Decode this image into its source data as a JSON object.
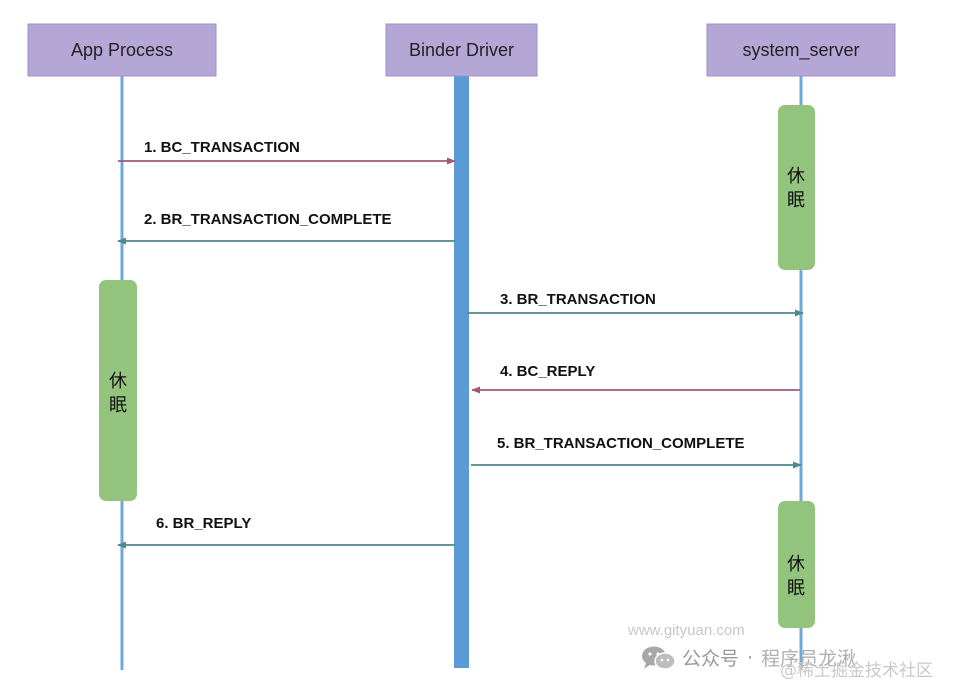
{
  "participants": [
    {
      "id": "app",
      "label": "App Process"
    },
    {
      "id": "binder",
      "label": "Binder Driver"
    },
    {
      "id": "server",
      "label": "system_server"
    }
  ],
  "sleep_blocks": [
    {
      "participant": "server",
      "label": "休\n眠"
    },
    {
      "participant": "app",
      "label": "休\n眠"
    },
    {
      "participant": "server",
      "label": "休\n眠"
    }
  ],
  "messages": [
    {
      "step": 1,
      "label": "1. BC_TRANSACTION",
      "from": "app",
      "to": "binder",
      "color": "#a05a78"
    },
    {
      "step": 2,
      "label": "2. BR_TRANSACTION_COMPLETE",
      "from": "binder",
      "to": "app",
      "color": "#4e8a8a"
    },
    {
      "step": 3,
      "label": "3. BR_TRANSACTION",
      "from": "binder",
      "to": "server",
      "color": "#4e8a8a"
    },
    {
      "step": 4,
      "label": "4. BC_REPLY",
      "from": "server",
      "to": "binder",
      "color": "#a05a78"
    },
    {
      "step": 5,
      "label": "5. BR_TRANSACTION_COMPLETE",
      "from": "binder",
      "to": "server",
      "color": "#4e8a8a"
    },
    {
      "step": 6,
      "label": "6. BR_REPLY",
      "from": "binder",
      "to": "app",
      "color": "#4e8a8a"
    }
  ],
  "colors": {
    "header_fill": "#b4a7d6",
    "header_stroke": "#9f8fc9",
    "lifeline": "#6fa8dc",
    "binder_bar": "#5b9bd5",
    "sleep_fill": "#93c47d"
  },
  "watermark": "www.gityuan.com",
  "branding": {
    "icon": "wechat-icon",
    "platform": "公众号",
    "separator": "·",
    "account": "程序员龙湫",
    "overlay": "@稀土掘金技术社区"
  }
}
